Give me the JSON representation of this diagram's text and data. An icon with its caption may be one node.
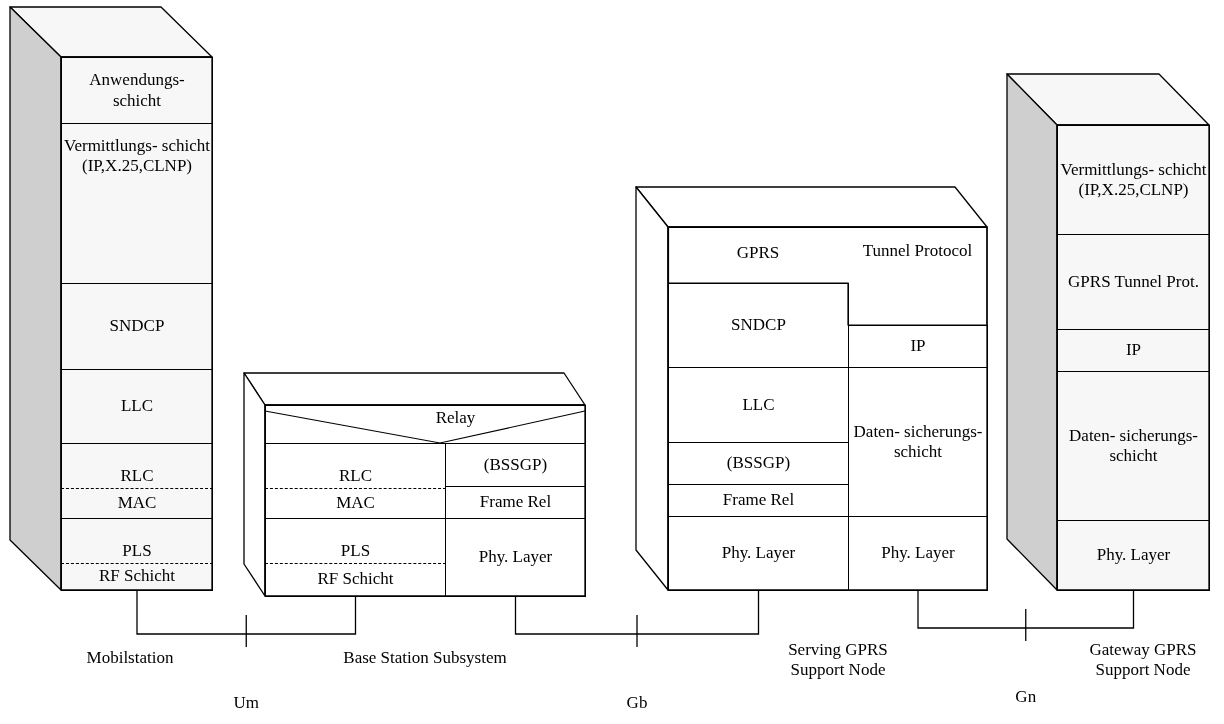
{
  "diagram": {
    "nodes": [
      {
        "text": [],
        "shape": "box",
        "beside": [
          "Mobilstation"
        ]
      },
      {
        "text": [
          "Anwendungs- schicht"
        ],
        "in": 0
      },
      {
        "text": [
          "Vermittlungs- schicht (IP,X.25,CLNP)"
        ],
        "in": 0
      },
      {
        "text": [
          "SNDCP"
        ],
        "in": 0
      },
      {
        "text": [
          "LLC"
        ],
        "in": 0
      },
      {
        "text": [
          "RLC"
        ],
        "in": 0
      },
      {
        "text": [
          "MAC"
        ],
        "in": 0
      },
      {
        "text": [
          "PLS"
        ],
        "in": 0
      },
      {
        "text": [
          "RF Schicht"
        ],
        "in": 0
      },
      {
        "text": [],
        "shape": "box",
        "beside": [
          "Base Station Subsystem"
        ]
      },
      {
        "text": [
          "Relay"
        ],
        "in": 9
      },
      {
        "text": [
          "RLC"
        ],
        "in": 9
      },
      {
        "text": [
          "MAC"
        ],
        "in": 9
      },
      {
        "text": [
          "PLS"
        ],
        "in": 9
      },
      {
        "text": [
          "RF Schicht"
        ],
        "in": 9
      },
      {
        "text": [
          "(BSSGP)"
        ],
        "in": 9
      },
      {
        "text": [
          "Frame Rel"
        ],
        "in": 9
      },
      {
        "text": [
          "Phy. Layer"
        ],
        "in": 9
      },
      {
        "text": [],
        "shape": "box",
        "beside": [
          "Serving GPRS Support Node"
        ]
      },
      {
        "text": [
          "GPRS",
          "Tunnel Protocol"
        ],
        "in": 18
      },
      {
        "text": [
          "SNDCP"
        ],
        "in": 18
      },
      {
        "text": [
          "IP"
        ],
        "in": 18
      },
      {
        "text": [
          "LLC"
        ],
        "in": 18
      },
      {
        "text": [
          "Daten- sicherungs- schicht"
        ],
        "in": 18
      },
      {
        "text": [
          "(BSSGP)"
        ],
        "in": 18
      },
      {
        "text": [
          "Frame Rel"
        ],
        "in": 18
      },
      {
        "text": [
          "Phy. Layer"
        ],
        "in": 18
      },
      {
        "text": [
          "Phy. Layer"
        ],
        "in": 18
      },
      {
        "text": [],
        "shape": "box",
        "beside": [
          "Gateway GPRS Support Node"
        ]
      },
      {
        "text": [
          "Vermittlungs- schicht (IP,X.25,CLNP)"
        ],
        "in": 28
      },
      {
        "text": [
          "GPRS Tunnel Prot."
        ],
        "in": 28
      },
      {
        "text": [
          "IP"
        ],
        "in": 28
      },
      {
        "text": [
          "Daten- sicherungs- schicht"
        ],
        "in": 28
      },
      {
        "text": [
          "Phy. Layer"
        ],
        "in": 28
      }
    ],
    "edges": [
      {
        "from": 8,
        "to": 14,
        "arrow": "none",
        "label": "Um"
      },
      {
        "from": 17,
        "to": 26,
        "arrow": "none",
        "label": "Gb"
      },
      {
        "from": 27,
        "to": 33,
        "arrow": "none",
        "label": "Gn"
      }
    ]
  }
}
